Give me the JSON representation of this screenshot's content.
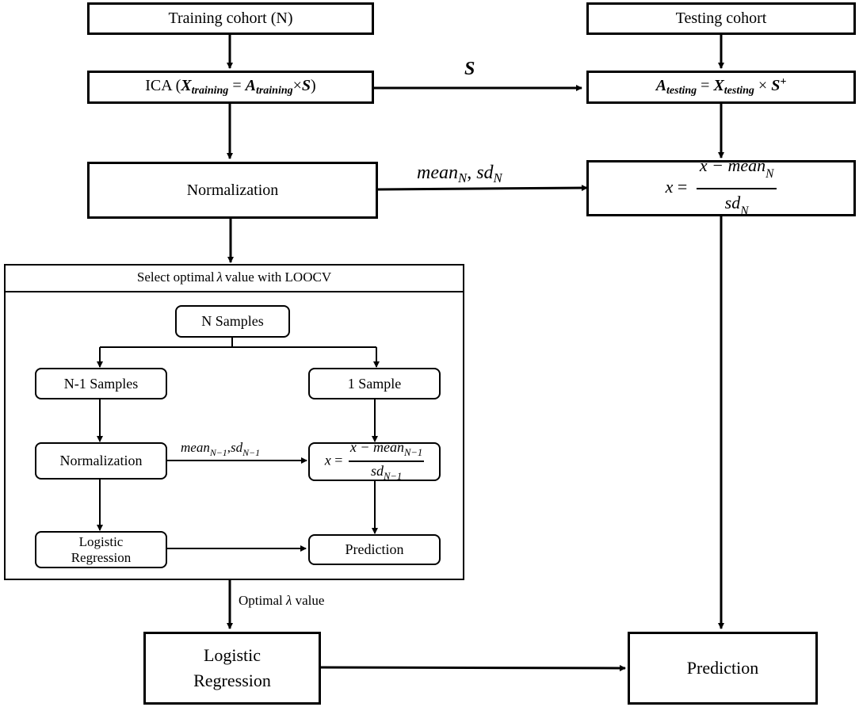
{
  "training_cohort": "Training cohort (N)",
  "testing_cohort": "Testing cohort",
  "ica": {
    "prefix": "ICA (",
    "x": "X",
    "x_sub": "training",
    "eq": " = ",
    "a": "A",
    "a_sub": "training",
    "times": "×",
    "s": "S",
    "suffix": ")"
  },
  "s_label": "S",
  "a_testing": {
    "a": "A",
    "a_sub": "testing",
    "eq": " = ",
    "x": "X",
    "x_sub": "testing",
    "times": " × ",
    "s": "S",
    "s_sup": "+"
  },
  "normalization": "Normalization",
  "mean_sd_label": {
    "mean": "mean",
    "mean_sub": "N",
    "comma": ", ",
    "sd": "sd",
    "sd_sub": "N"
  },
  "norm_formula": {
    "x": "x",
    "eq": " = ",
    "num": "x − mean",
    "num_sub": "N",
    "den": "sd",
    "den_sub": "N"
  },
  "loocv_title_pre": "Select optimal ",
  "lambda": "λ",
  "loocv_title_post": " value with LOOCV",
  "n_samples": "N Samples",
  "n1_samples": "N-1 Samples",
  "one_sample": "1 Sample",
  "inner_normalization": "Normalization",
  "inner_mean_sd_label": {
    "mean": "mean",
    "mean_sub": "N−1",
    "comma": ",",
    "sd": "sd",
    "sd_sub": "N−1"
  },
  "inner_norm_formula": {
    "x": "x",
    "eq": " = ",
    "num": "x − mean",
    "num_sub": "N−1",
    "den": "sd",
    "den_sub": "N−1"
  },
  "inner_logistic_line1": "Logistic",
  "inner_logistic_line2": "Regression",
  "inner_prediction": "Prediction",
  "optimal_pre": "Optimal ",
  "optimal_post": " value",
  "logistic_line1": "Logistic",
  "logistic_line2": "Regression",
  "prediction": "Prediction"
}
